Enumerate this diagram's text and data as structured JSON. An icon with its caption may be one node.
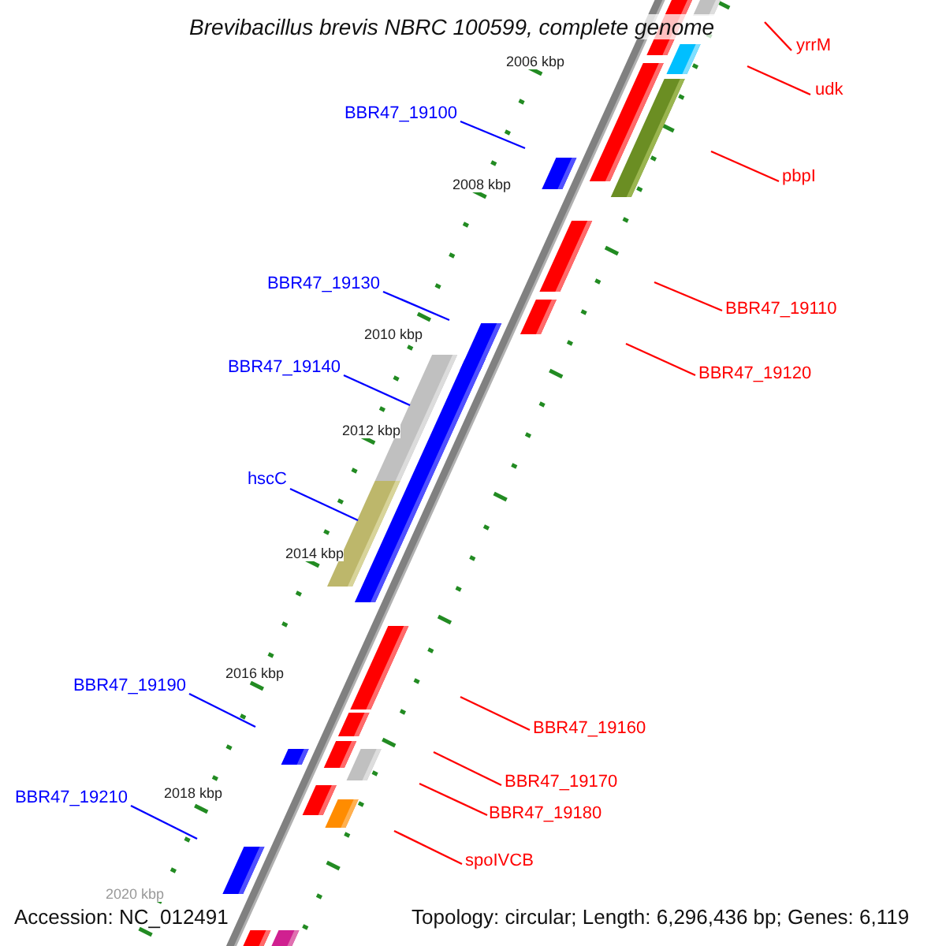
{
  "diagram": {
    "title": "Brevibacillus brevis NBRC 100599, complete genome",
    "nodes": [
      {
        "text": [
          "yrrM"
        ]
      },
      {
        "text": [
          "udk"
        ]
      },
      {
        "text": [
          "BBR47_19100"
        ]
      },
      {
        "text": [
          "pbpI"
        ]
      },
      {
        "text": [
          "BBR47_19130"
        ]
      },
      {
        "text": [
          "BBR47_19110"
        ]
      },
      {
        "text": [
          "BBR47_19140"
        ]
      },
      {
        "text": [
          "BBR47_19120"
        ]
      },
      {
        "text": [
          "hscC"
        ]
      },
      {
        "text": [
          "BBR47_19190"
        ]
      },
      {
        "text": [
          "BBR47_19160"
        ]
      },
      {
        "text": [
          "BBR47_19170"
        ]
      },
      {
        "text": [
          "BBR47_19210"
        ]
      },
      {
        "text": [
          "BBR47_19180"
        ]
      },
      {
        "text": [
          "spoIVCB"
        ]
      }
    ],
    "edges": [
      {
        "from": 0,
        "to": null,
        "arrow": "none"
      },
      {
        "from": 1,
        "to": null,
        "arrow": "none"
      },
      {
        "from": 2,
        "to": null,
        "arrow": "none",
        "color": "#0000ff"
      },
      {
        "from": 3,
        "to": null,
        "arrow": "none"
      },
      {
        "from": 4,
        "to": null,
        "arrow": "none",
        "color": "#0000ff"
      },
      {
        "from": 5,
        "to": null,
        "arrow": "none"
      },
      {
        "from": 6,
        "to": null,
        "arrow": "none",
        "color": "#0000ff"
      },
      {
        "from": 7,
        "to": null,
        "arrow": "none"
      },
      {
        "from": 8,
        "to": null,
        "arrow": "none",
        "color": "#0000ff"
      },
      {
        "from": 9,
        "to": null,
        "arrow": "none",
        "color": "#0000ff"
      },
      {
        "from": 10,
        "to": null,
        "arrow": "none"
      },
      {
        "from": 11,
        "to": null,
        "arrow": "none"
      },
      {
        "from": 12,
        "to": null,
        "arrow": "none",
        "color": "#0000ff"
      },
      {
        "from": 13,
        "to": null,
        "arrow": "none"
      },
      {
        "from": 14,
        "to": null,
        "arrow": "none"
      }
    ],
    "labels": [
      "2006 kbp",
      "2008 kbp",
      "2010 kbp",
      "2012 kbp",
      "2014 kbp",
      "2016 kbp",
      "2018 kbp",
      "2020 kbp",
      "Accession: NC_012491",
      "Topology: circular; Length: 6,296,436 bp; Genes: 6,119"
    ]
  }
}
